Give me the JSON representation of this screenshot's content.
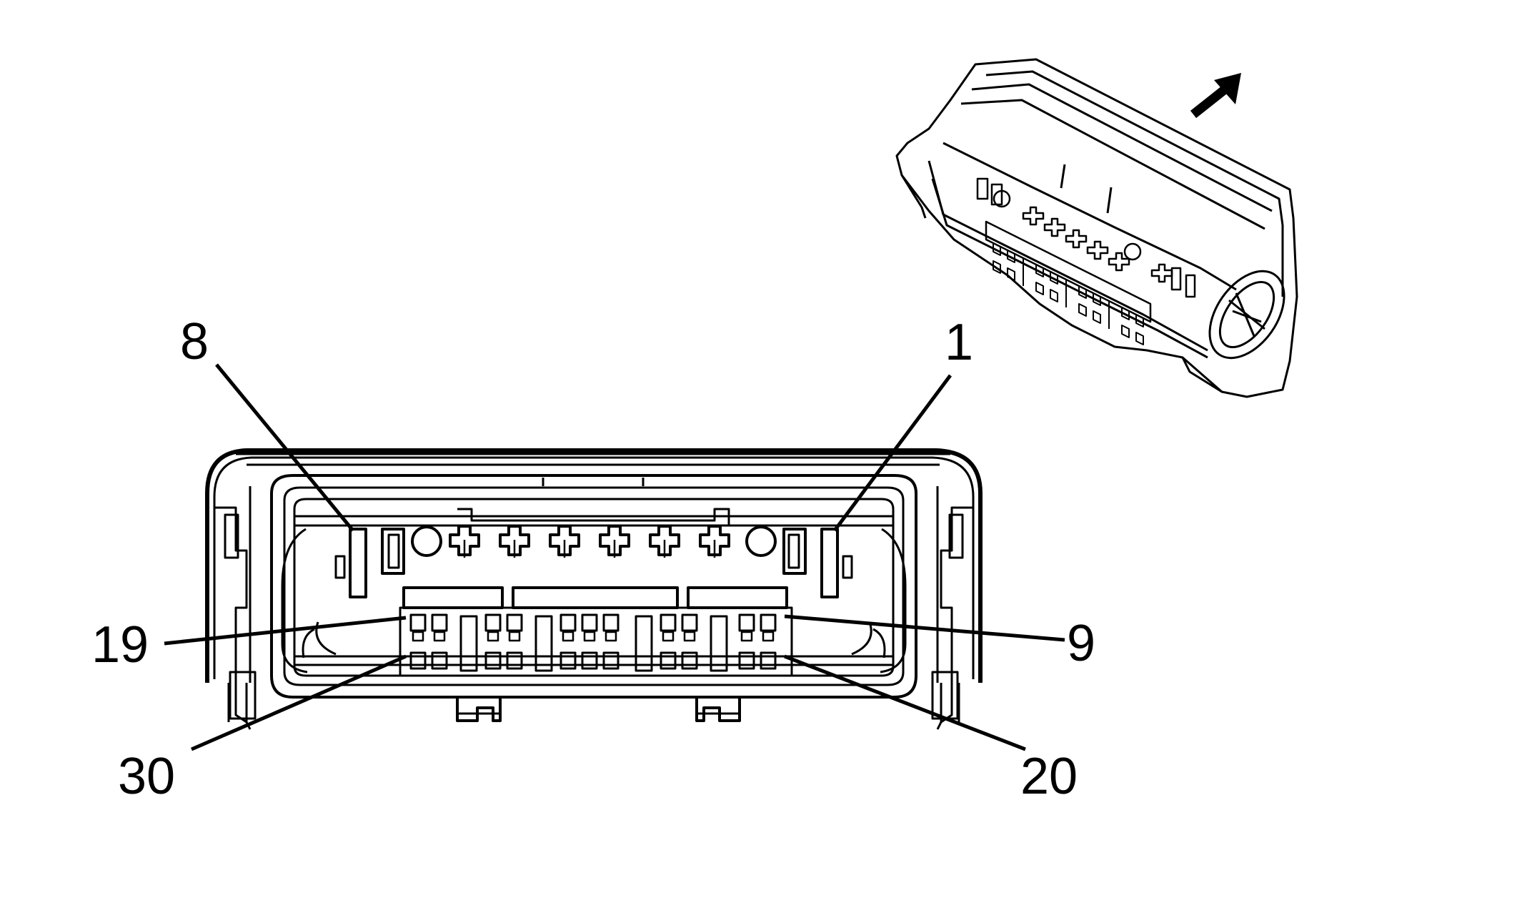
{
  "diagram": {
    "pin_labels": {
      "top_left": "8",
      "top_right": "1",
      "mid_left": "19",
      "mid_right": "9",
      "bottom_left": "30",
      "bottom_right": "20"
    },
    "icons": {
      "inset_view": "connector-perspective-icon",
      "direction": "arrow-icon"
    },
    "colors": {
      "line": "#000000",
      "background": "#ffffff"
    }
  }
}
